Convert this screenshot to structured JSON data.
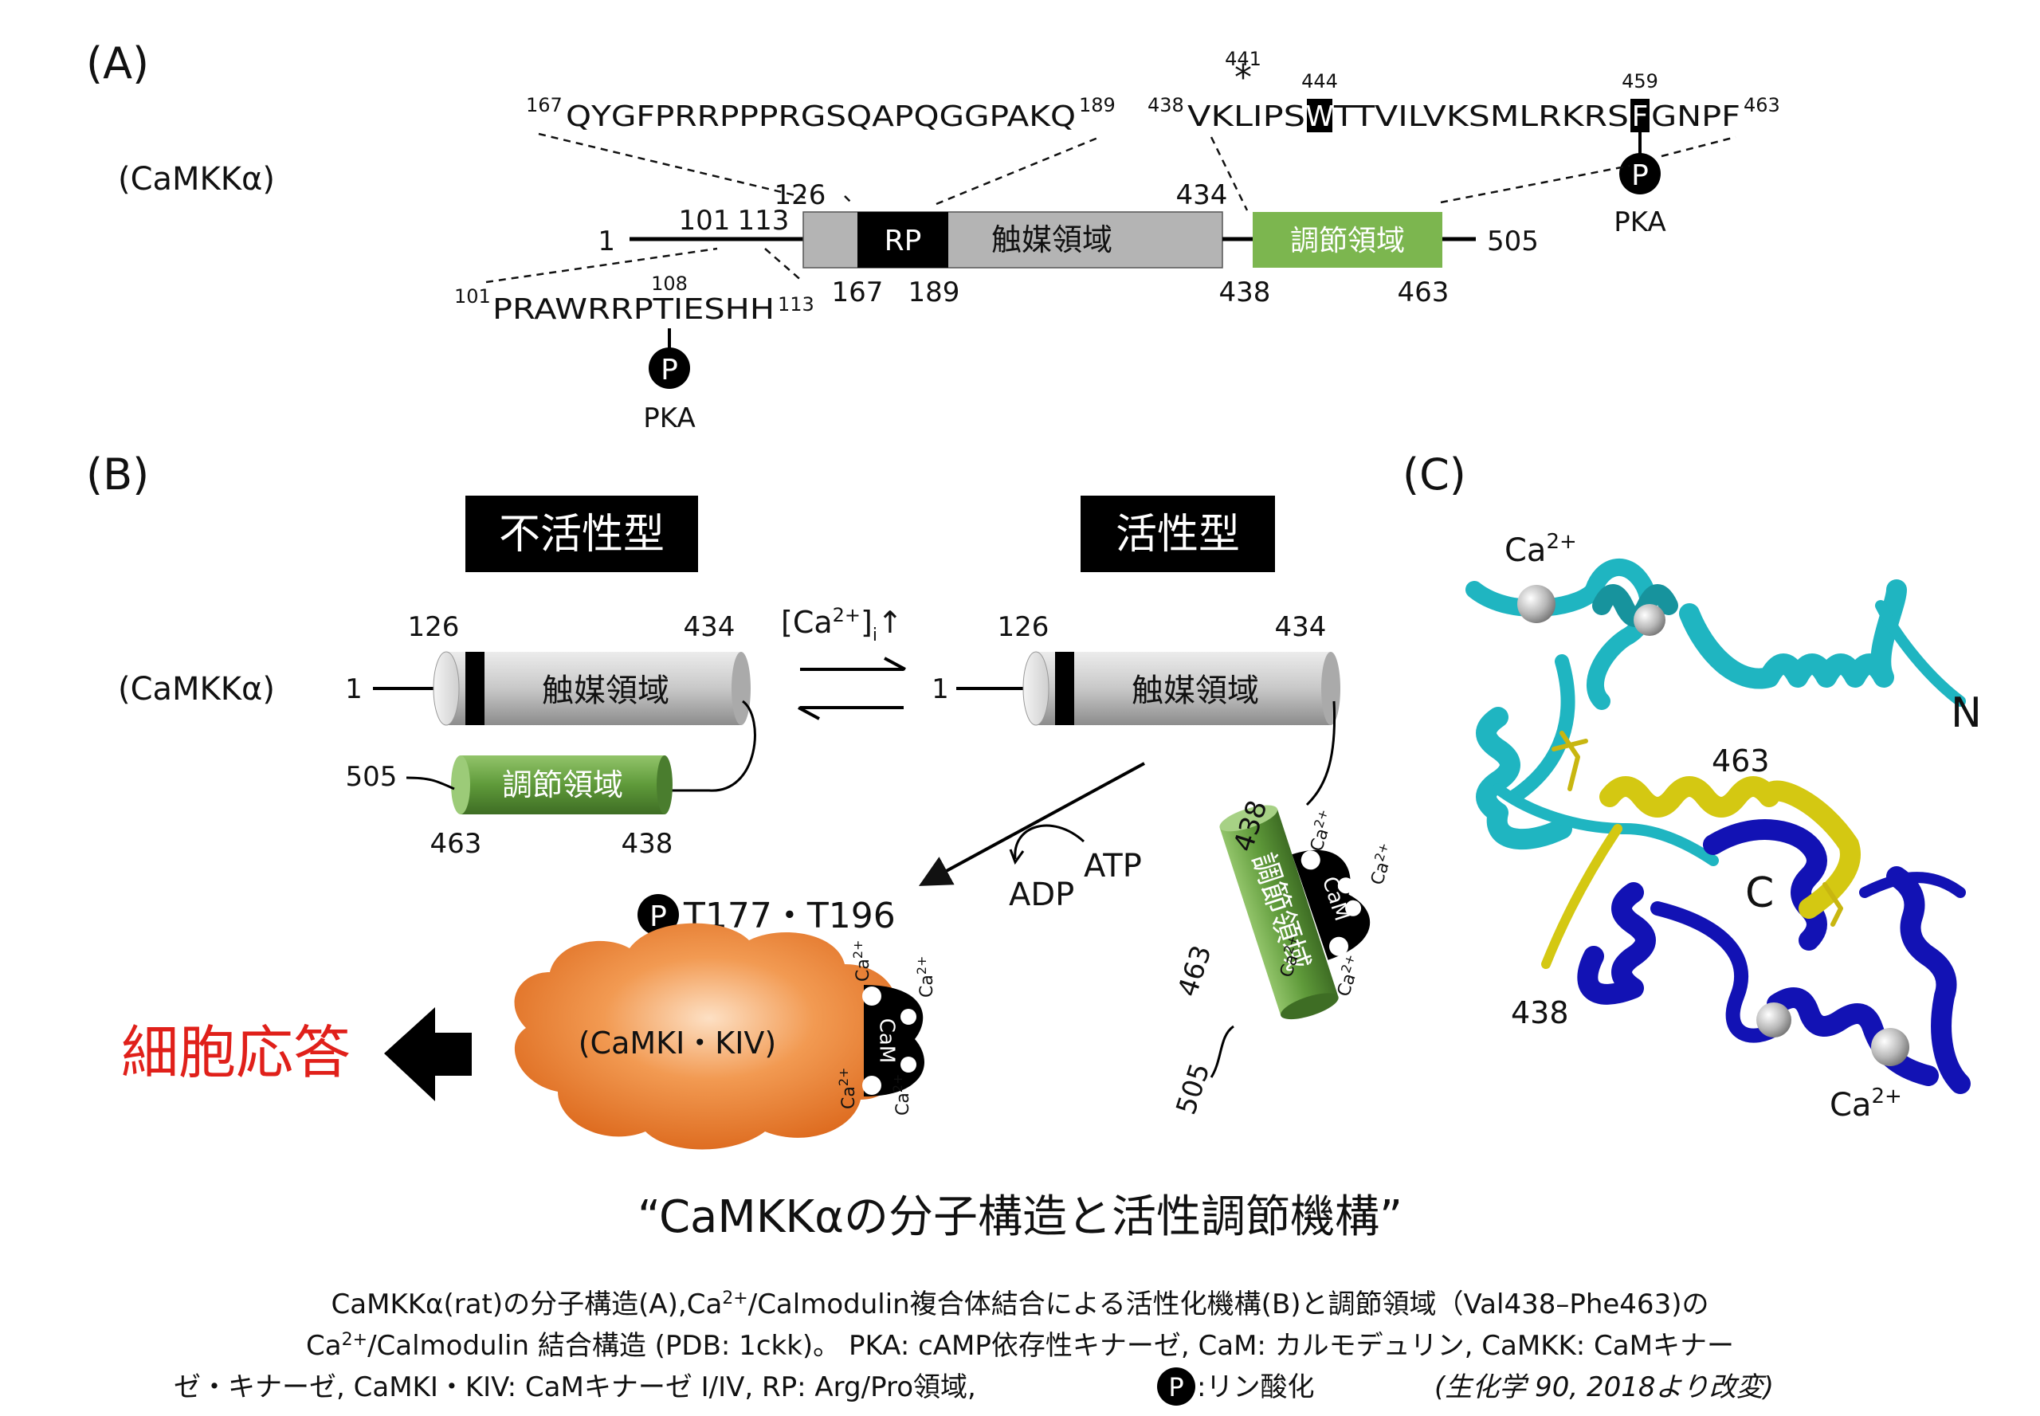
{
  "panel_a": {
    "label": "(A)",
    "protein": "(CaMKKα)",
    "seq_top_left": {
      "start": "167",
      "seq": "QYGFPRRPPPRGSQAPQGGPAKQ",
      "end": "189"
    },
    "seq_top_right": {
      "start": "438",
      "seq_a": "VKLIPS",
      "seq_w": "W",
      "seq_b": "TTVILVKSMLRKRS",
      "seq_f": "F",
      "seq_c": "GNPF",
      "end": "463"
    },
    "star": "*",
    "num_441": "441",
    "num_444": "444",
    "num_459": "459",
    "domain_rp": "RP",
    "domain_cat": "触媒領域",
    "domain_reg": "調節領域",
    "num_1": "1",
    "num_101": "101",
    "num_113": "113",
    "num_126": "126",
    "num_434": "434",
    "num_505": "505",
    "num_167": "167",
    "num_189": "189",
    "num_438": "438",
    "num_463": "463",
    "seq_bottom": {
      "start": "101",
      "seq": "PRAWRRPTIESHH",
      "end": "113"
    },
    "num_108": "108",
    "p_symbol": "P",
    "pka": "PKA"
  },
  "panel_b": {
    "label": "(B)",
    "inactive": "不活性型",
    "active": "活性型",
    "protein": "(CaMKKα)",
    "num_1": "1",
    "num_126": "126",
    "num_434": "434",
    "num_505": "505",
    "num_463": "463",
    "num_438": "438",
    "cat": "触媒領域",
    "reg": "調節領域",
    "ca_i_pre": "[Ca",
    "ca_i_sup": "2+",
    "ca_i_post": "]",
    "ca_i_sub": "i",
    "ca_i_arrow": "↑",
    "atp": "ATP",
    "adp": "ADP",
    "phospho_sites": "T177・T196",
    "p_symbol": "P",
    "target": "(CaMKI・KIV)",
    "cam": "CaM",
    "ca_ion": "Ca",
    "ca_sup": "2+",
    "response": "細胞応答"
  },
  "panel_c": {
    "label": "(C)",
    "ca_top": "Ca",
    "ca_top_sup": "2+",
    "n_term": "N",
    "c_term": "C",
    "num_463": "463",
    "num_438": "438",
    "ca_bottom": "Ca",
    "ca_bottom_sup": "2+"
  },
  "title": "“CaMKKαの分子構造と活性調節機構”",
  "caption": {
    "line1_a": "CaMKKα(rat)の分子構造(A),Ca",
    "line1_sup": "2+",
    "line1_b": "/Calmodulin複合体結合による活性化機構(B)と調節領域（Val438–Phe463)の",
    "line2_a": "Ca",
    "line2_sup": "2+",
    "line2_b": "/Calmodulin 結合構造 (PDB: 1ckk)。 PKA: cAMP依存性キナーゼ, CaM: カルモデュリン, CaMKK: CaMキナー",
    "line3_a": "ゼ・キナーゼ,  CaMKI・KIV: CaMキナーゼ I/IV, RP: Arg/Pro領域,",
    "line3_p": "P",
    "line3_b": ":リン酸化",
    "line3_src": "(生化学 90, 2018より改変)"
  },
  "colors": {
    "catalytic_gray": "#b4b4b4",
    "regulatory_green": "#7cb64f",
    "regulatory_dark_green": "#4a7d2e",
    "cyan_helix": "#1fb5c1",
    "blue_helix": "#1212b4",
    "yellow_helix": "#d4c812",
    "response_red": "#e0201a",
    "orange_cloud": "#e8762a"
  }
}
